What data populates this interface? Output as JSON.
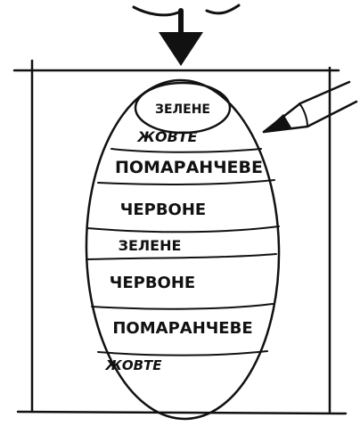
{
  "figure": {
    "stripes": [
      {
        "label": "ЗЕЛЕНЕ"
      },
      {
        "label": "ЖОВТЕ"
      },
      {
        "label": "ПОМАРАНЧЕВЕ"
      },
      {
        "label": "ЧЕРВОНЕ"
      },
      {
        "label": "ЗЕЛЕНЕ"
      },
      {
        "label": "ЧЕРВОНЕ"
      },
      {
        "label": "ПОМАРАНЧЕВЕ"
      },
      {
        "label": "ЖОВТЕ"
      }
    ],
    "icons": {
      "arrow": "down-arrow-icon",
      "pencil": "pencil-icon"
    }
  }
}
